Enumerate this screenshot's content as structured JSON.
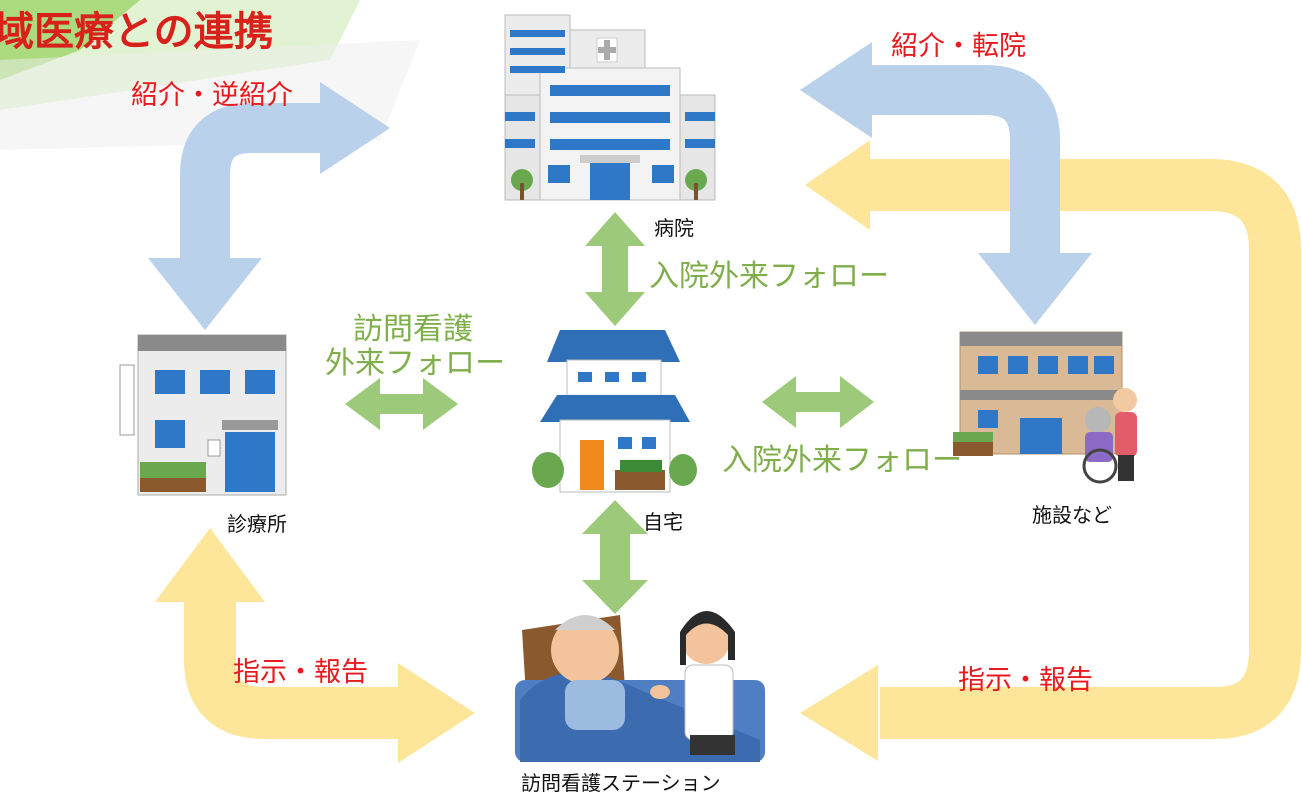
{
  "title": "域医療との連携",
  "nodes": {
    "hospital": "病院",
    "clinic": "診療所",
    "home": "自宅",
    "facility": "施設など",
    "station": "訪問看護ステーション"
  },
  "relations": {
    "clinic_hospital": "紹介・逆紹介",
    "hospital_facility": "紹介・転院",
    "hospital_home": "入院外来フォロー",
    "clinic_home_line1": "訪問看護",
    "clinic_home_line2": "外来フォロー",
    "home_facility": "入院外来フォロー",
    "clinic_station": "指示・報告",
    "station_hospital": "指示・報告"
  },
  "colors": {
    "blue_arrow": "#b9d1ea",
    "yellow_arrow": "#fde59a",
    "green_arrow": "#9dc97a",
    "red_text": "#e8191f",
    "green_text": "#7fae4b"
  }
}
